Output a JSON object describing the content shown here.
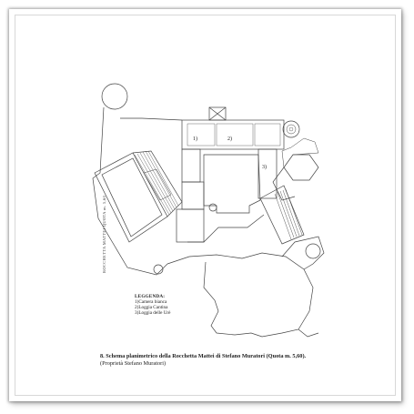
{
  "legend": {
    "title": "LEGGENDA:",
    "items": [
      "1)Camera bianca",
      "2)Loggia Cantina",
      "3)Loggia delle Urè"
    ]
  },
  "room_labels": [
    "1)",
    "2)",
    "3)"
  ],
  "side_text": "ROCCHETTA MATTEI  QUOTA  m. 5,60",
  "caption": {
    "title": "8. Schema planimetrico della Rocchetta Mattei di Stefano Muratori (Quota m. 5,60).",
    "credit": "(Proprietà Stefano Muratori)"
  }
}
